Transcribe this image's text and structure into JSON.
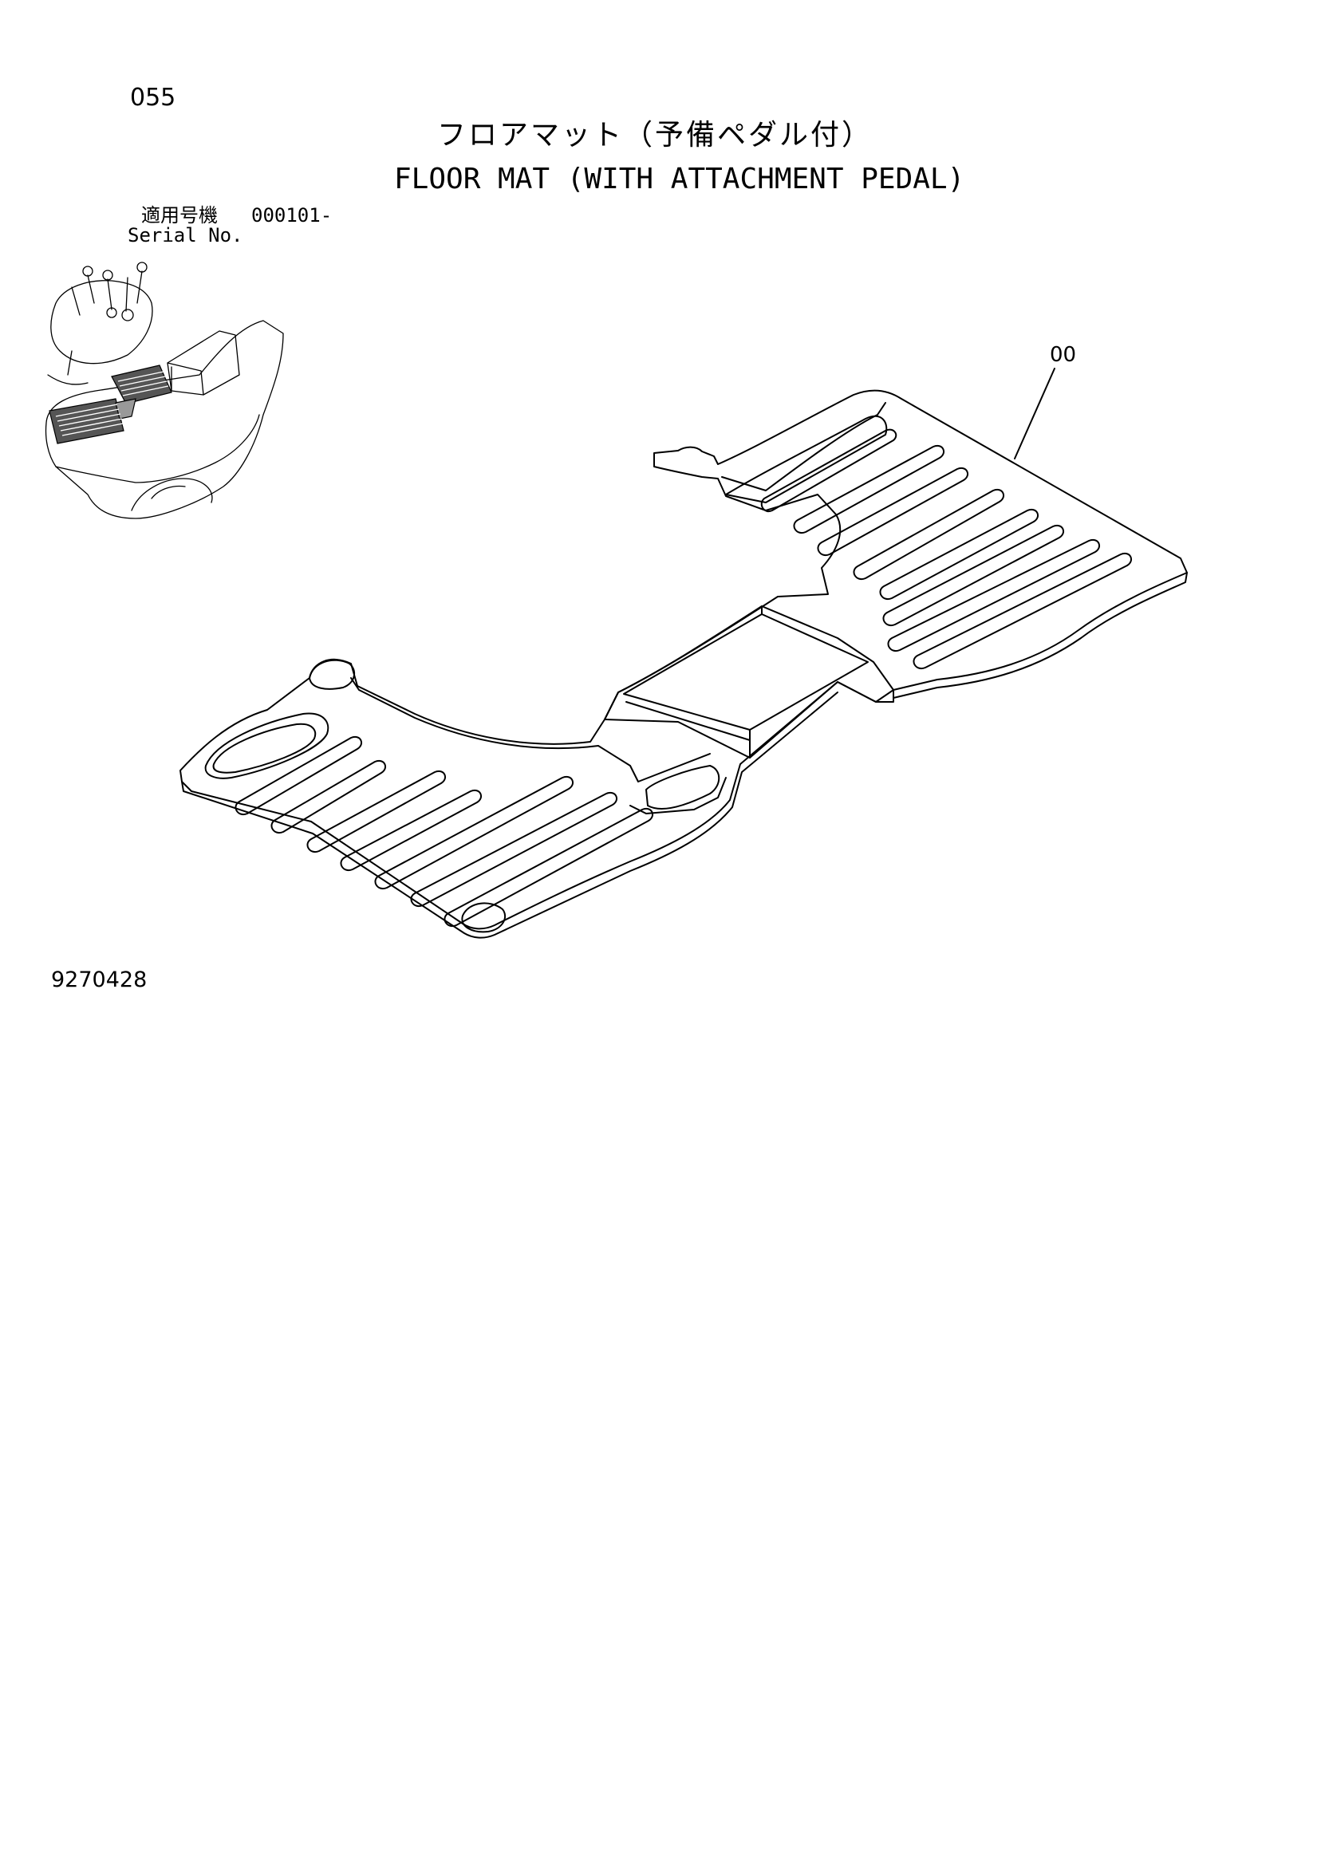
{
  "page_number": "055",
  "title_jp": "フロアマット（予備ペダル付）",
  "title_en": "FLOOR MAT (WITH ATTACHMENT PEDAL)",
  "serial": {
    "label_jp": "適用号機",
    "value": "000101-",
    "label_en": "Serial No."
  },
  "callout": {
    "label": "00"
  },
  "drawing_number": "9270428",
  "colors": {
    "line": "#000000",
    "background": "#ffffff"
  }
}
